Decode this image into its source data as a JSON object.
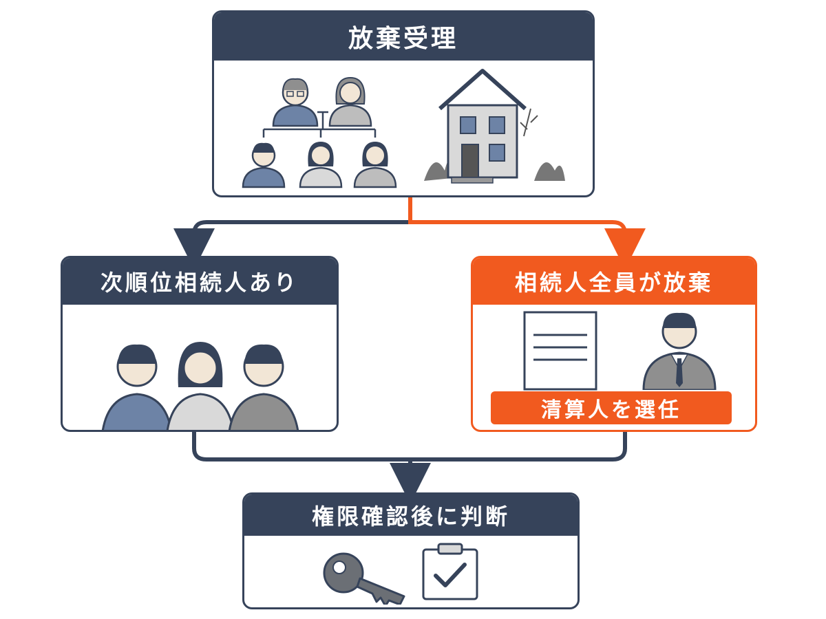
{
  "top_box": {
    "title": "放棄受理"
  },
  "left_box": {
    "title": "次順位相続人あり"
  },
  "right_box": {
    "title": "相続人全員が放棄",
    "badge": "清算人を選任"
  },
  "bottom_box": {
    "title": "権限確認後に判断"
  },
  "colors": {
    "navy": "#36435a",
    "orange": "#f15a1f",
    "slate_blue": "#6d83a6",
    "light_gray": "#d9d9d9",
    "mid_gray": "#8f8f8f"
  },
  "icons": [
    "family-tree-icon",
    "house-icon",
    "people-group-icon",
    "document-icon",
    "lawyer-icon",
    "key-icon",
    "clipboard-check-icon"
  ]
}
